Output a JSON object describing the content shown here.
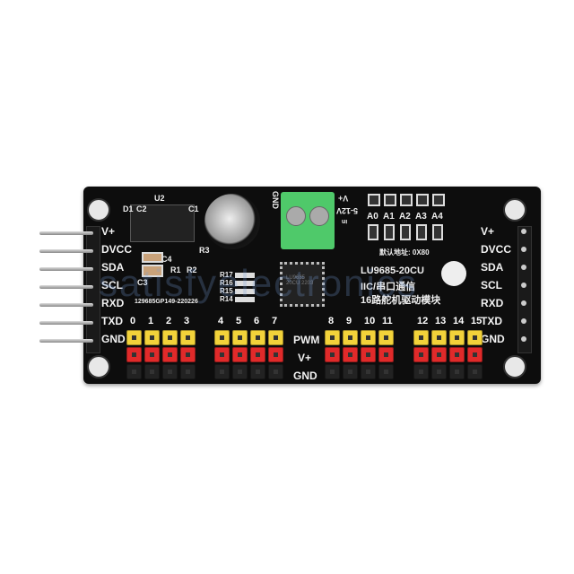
{
  "board": {
    "left_labels": [
      "V+",
      "DVCC",
      "SDA",
      "SCL",
      "RXD",
      "TXD",
      "GND"
    ],
    "right_labels": [
      "V+",
      "DVCC",
      "SDA",
      "SCL",
      "RXD",
      "TXD",
      "GND"
    ],
    "channels": [
      "0",
      "1",
      "2",
      "3",
      "4",
      "5",
      "6",
      "7",
      "8",
      "9",
      "10",
      "11",
      "12",
      "13",
      "14",
      "15"
    ],
    "row_labels": [
      "PWM",
      "V+",
      "GND"
    ],
    "row_colors": [
      "#f2d23a",
      "#e02a2a",
      "#222222"
    ],
    "terminal_labels": {
      "gnd": "GND",
      "vplus": "V+",
      "range": "5-12V",
      "in": "in"
    },
    "address_pads": [
      "A0",
      "A1",
      "A2",
      "A3",
      "A4"
    ],
    "default_address": "默认地址: 0X80",
    "model": "LU9685-20CU",
    "subtitle1": "IIC/串口通信",
    "subtitle2": "16路舵机驱动模块",
    "components": {
      "u2": "U2",
      "d1": "D1",
      "c1": "C1",
      "c2": "C2",
      "c3": "C3",
      "c4": "C4",
      "r1": "R1",
      "r2": "R2",
      "r3": "R3",
      "r_array": [
        "R17",
        "R16",
        "R15",
        "R14"
      ]
    },
    "serial": "129685GP149-220226",
    "chip_text": "LU9685 20CU 2203",
    "terminal_color": "#4fc96a",
    "board_color": "#0d0d0d"
  },
  "watermark": "satisfyelectronics"
}
